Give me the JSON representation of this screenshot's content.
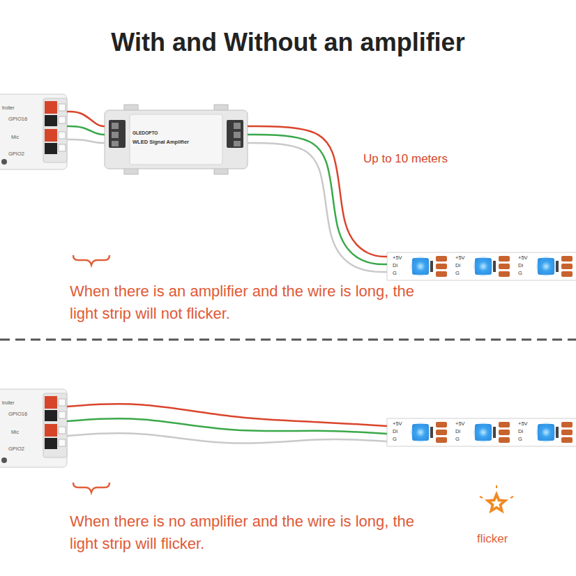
{
  "diagram": {
    "title": "With and Without an amplifier",
    "nodes": [
      {
        "text": [
          "troller",
          "GPIO16",
          "Mic",
          "GPIO2"
        ]
      },
      {
        "text": [
          "GLEDOPTO",
          "WLED Signal Amplifier"
        ]
      },
      {
        "text": [
          "+5V",
          "Di",
          "G",
          "+5V",
          "Di",
          "G",
          "+5V",
          "Di",
          "G"
        ]
      },
      {
        "text": [
          "troller",
          "GPIO16",
          "Mic",
          "GPIO2"
        ]
      },
      {
        "text": [
          "+5V",
          "Di",
          "G",
          "+5V",
          "Di",
          "G",
          "+5V",
          "Di",
          "G"
        ]
      }
    ],
    "edges": [
      {
        "from": 0,
        "to": 1,
        "arrow": "none"
      },
      {
        "from": 0,
        "to": 1,
        "arrow": "none"
      },
      {
        "from": 0,
        "to": 1,
        "arrow": "none"
      },
      {
        "from": 1,
        "to": 2,
        "arrow": "none"
      },
      {
        "from": 1,
        "to": 2,
        "arrow": "none"
      },
      {
        "from": 1,
        "to": 2,
        "arrow": "none"
      },
      {
        "from": 3,
        "to": 4,
        "arrow": "none"
      },
      {
        "from": 3,
        "to": 4,
        "arrow": "none"
      },
      {
        "from": 3,
        "to": 4,
        "arrow": "none"
      }
    ],
    "labels": [
      "Up to 10 meters",
      "When there is an amplifier and the wire is long, the light strip will not flicker.",
      "When there is no amplifier and the wire is long, the light strip will flicker.",
      "flicker"
    ]
  }
}
